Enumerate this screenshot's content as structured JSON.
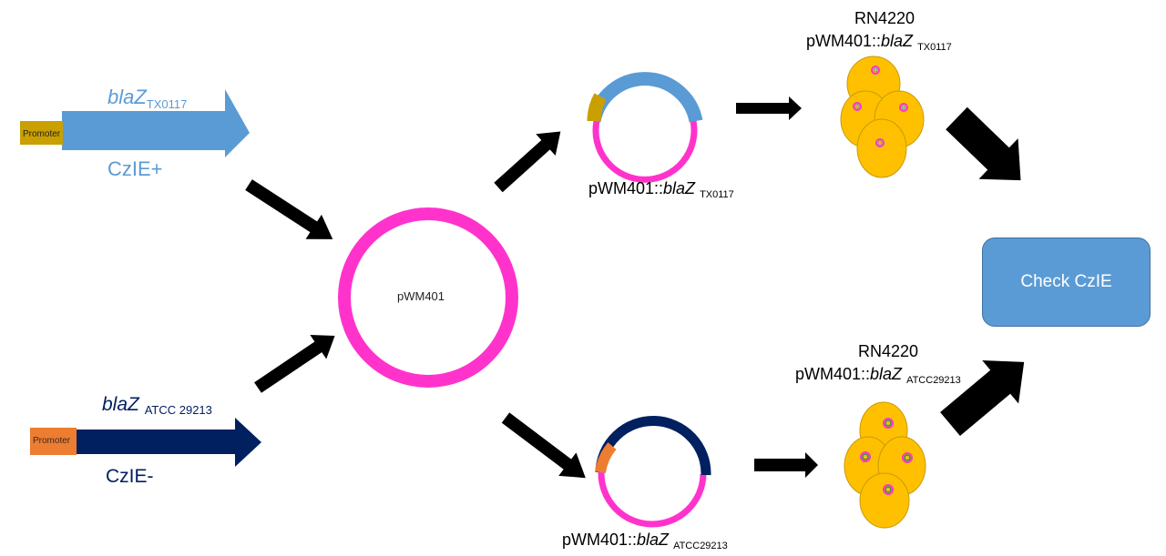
{
  "top_gene": {
    "name": "blaZ",
    "strain": "TX0117",
    "promoter_label": "Promoter",
    "phenotype": "CzIE+"
  },
  "bottom_gene": {
    "name": "blaZ",
    "strain": "ATCC 29213",
    "promoter_label": "Promoter",
    "phenotype": "CzIE-"
  },
  "vector": {
    "label": "pWM401"
  },
  "top_construct": {
    "prefix": "pWM401::",
    "gene": "blaZ",
    "strain": "TX0117"
  },
  "bottom_construct": {
    "prefix": "pWM401::",
    "gene": "blaZ",
    "strain": "ATCC29213"
  },
  "top_host": {
    "strain": "RN4220",
    "prefix": "pWM401::",
    "gene": "blaZ",
    "plasmid_strain": "TX0117"
  },
  "bottom_host": {
    "strain": "RN4220",
    "prefix": "pWM401::",
    "gene": "blaZ",
    "plasmid_strain": "ATCC29213"
  },
  "result_box": {
    "label": "Check CzIE"
  },
  "colors": {
    "light_blue": "#5b9bd5",
    "navy": "#002060",
    "magenta": "#ff33cc",
    "promoter_gold": "#c9a000",
    "promoter_orange": "#ed7d31",
    "cell_yellow": "#ffc000",
    "arrow_black": "#000000"
  }
}
